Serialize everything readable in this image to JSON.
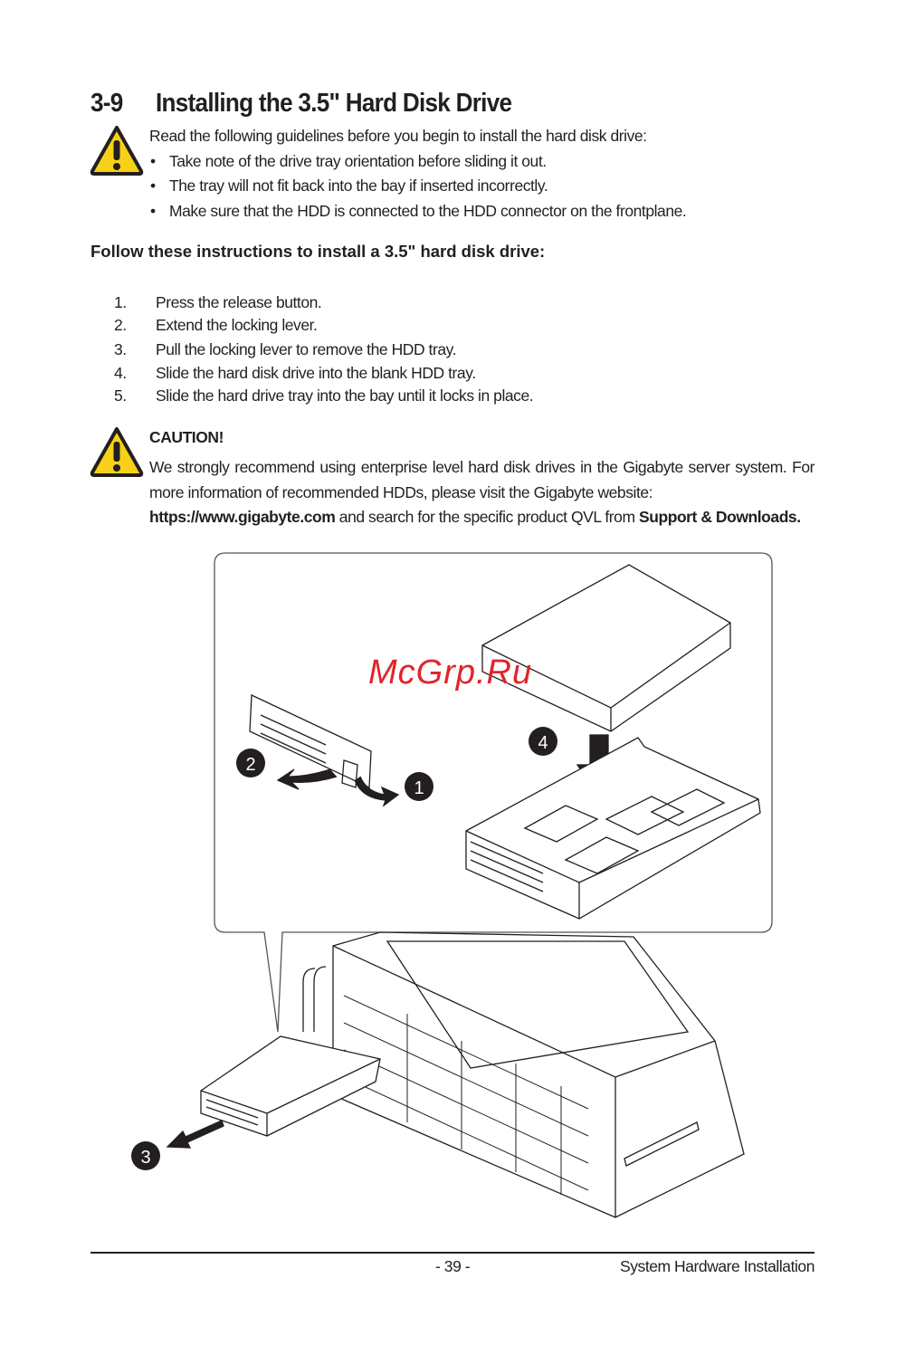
{
  "section": {
    "number": "3-9",
    "title": "Installing the 3.5\" Hard Disk Drive"
  },
  "guidelines": {
    "intro": "Read the following guidelines before you begin to install the hard disk drive:",
    "items": [
      "Take note of the drive tray orientation before sliding it out.",
      "The tray will not fit back into the bay if inserted incorrectly.",
      "Make sure that the HDD is connected to the HDD connector on the frontplane."
    ]
  },
  "instructions_heading": "Follow these instructions to install a 3.5\" hard disk drive:",
  "steps": [
    {
      "n": "1.",
      "text": "Press the release button."
    },
    {
      "n": "2.",
      "text": "Extend the locking lever."
    },
    {
      "n": "3.",
      "text": "Pull the locking lever to remove the HDD tray."
    },
    {
      "n": "4.",
      "text": "Slide the hard disk drive into the blank HDD tray."
    },
    {
      "n": "5.",
      "text": "Slide the hard drive tray into the bay until it locks in place."
    }
  ],
  "caution": {
    "title": "CAUTION!",
    "text1": "We strongly recommend using enterprise level hard disk drives in the Gigabyte server system. For more information of recommended HDDs, please visit the Gigabyte website:",
    "url": "https://www.gigabyte.com",
    "text2": " and search for the specific product QVL from ",
    "link2": "Support & Downloads."
  },
  "figure": {
    "callouts": [
      "1",
      "2",
      "3",
      "4"
    ]
  },
  "watermark": "McGrp.Ru",
  "footer": {
    "page": "- 39 -",
    "chapter": "System Hardware Installation"
  },
  "colors": {
    "warning_yellow": "#f7d117",
    "watermark_red": "#e0252b",
    "text": "#231f20"
  }
}
